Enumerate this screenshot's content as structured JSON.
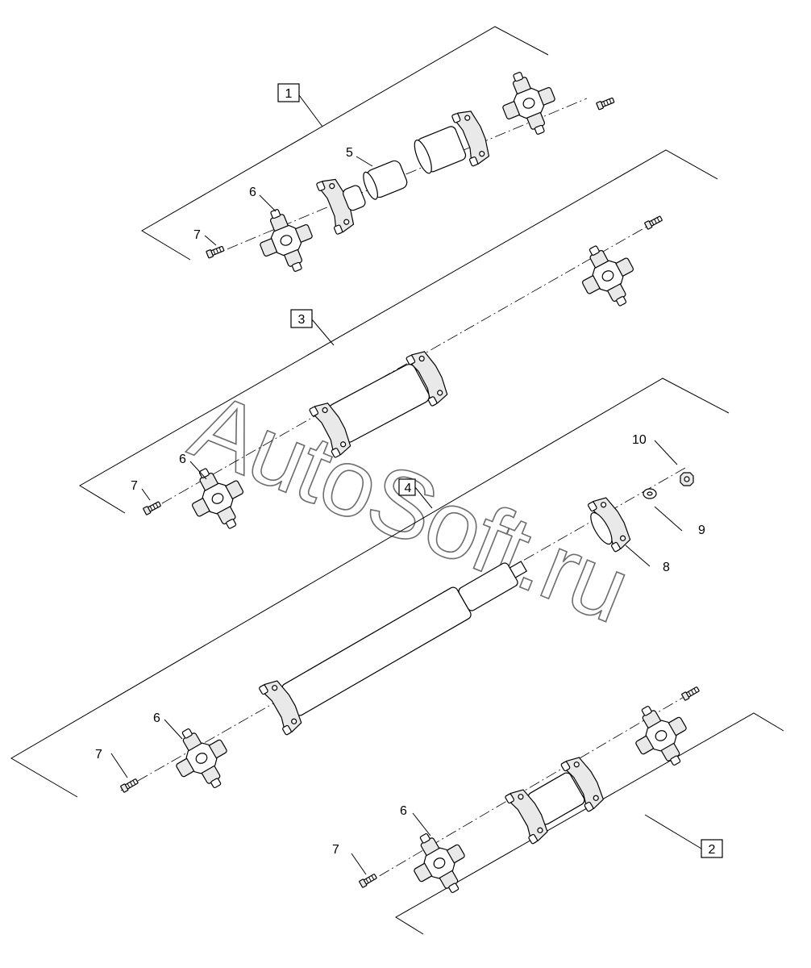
{
  "diagram": {
    "watermark": "AutoSoft.ru",
    "group_boxes": [
      {
        "id": "box-1",
        "label": "1"
      },
      {
        "id": "box-2",
        "label": "2"
      },
      {
        "id": "box-3",
        "label": "3"
      }
    ],
    "callouts": [
      {
        "id": "c5",
        "label": "5"
      },
      {
        "id": "c6a",
        "label": "6"
      },
      {
        "id": "c7a",
        "label": "7"
      },
      {
        "id": "c6b",
        "label": "6"
      },
      {
        "id": "c7b",
        "label": "7"
      },
      {
        "id": "c4",
        "label": "4"
      },
      {
        "id": "c10",
        "label": "10"
      },
      {
        "id": "c9",
        "label": "9"
      },
      {
        "id": "c8",
        "label": "8"
      },
      {
        "id": "c6c",
        "label": "6"
      },
      {
        "id": "c7c",
        "label": "7"
      },
      {
        "id": "c6d",
        "label": "6"
      },
      {
        "id": "c7d",
        "label": "7"
      }
    ]
  }
}
